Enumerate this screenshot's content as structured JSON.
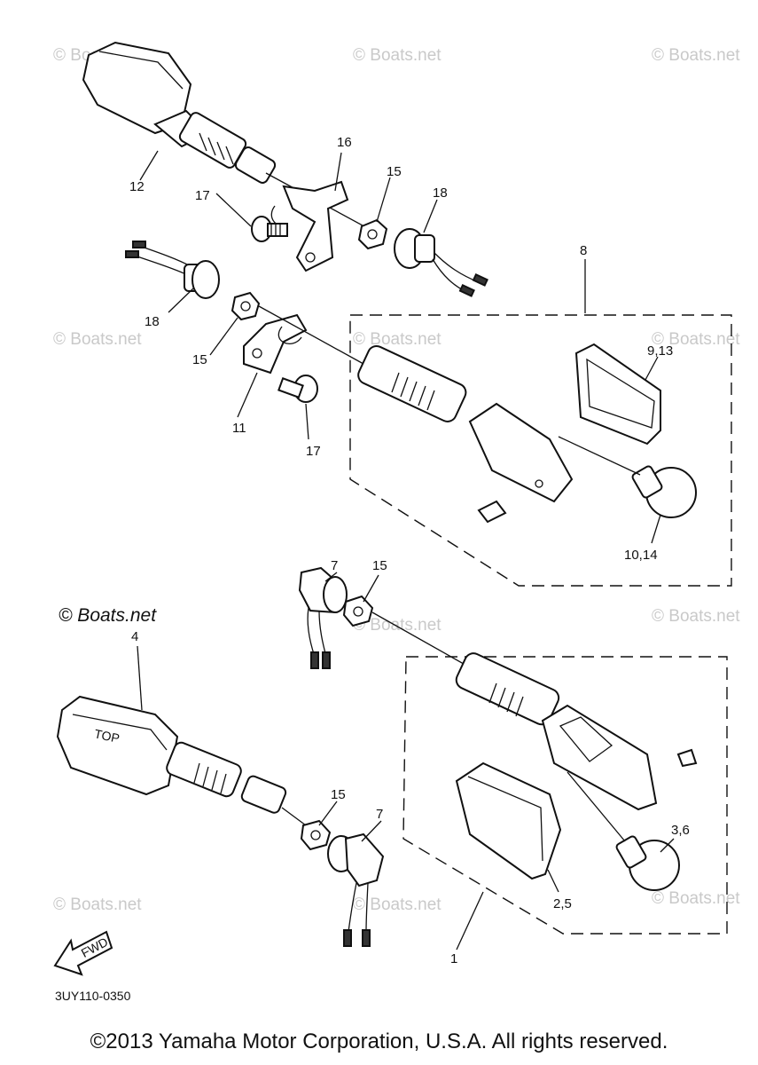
{
  "watermarks": {
    "text": "© Boats.net",
    "overlay": "© Boats.net"
  },
  "callouts": {
    "c1": "1",
    "c2_5": "2,5",
    "c3_6": "3,6",
    "c4": "4",
    "c7a": "7",
    "c7b": "7",
    "c8": "8",
    "c9_13": "9,13",
    "c10_14": "10,14",
    "c11": "11",
    "c12": "12",
    "c15a": "15",
    "c15b": "15",
    "c15c": "15",
    "c15d": "15",
    "c16": "16",
    "c17a": "17",
    "c17b": "17",
    "c18a": "18",
    "c18b": "18"
  },
  "fwd_label": "FWD",
  "top_label": "TOP",
  "diagram_code": "3UY110-0350",
  "copyright": "©2013 Yamaha Motor Corporation, U.S.A. All rights reserved."
}
